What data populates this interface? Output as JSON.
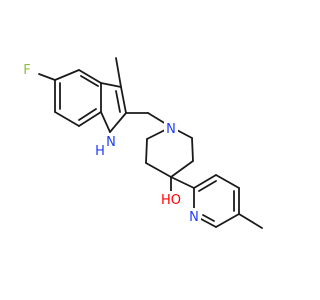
{
  "molecule": {
    "atom_labels": {
      "fluorine": "F",
      "indole_nh": "H",
      "indole_n": "N",
      "piperidine_n": "N",
      "hydroxyl": "HO",
      "pyridine_n": "N"
    },
    "colors": {
      "bond": "#1a1a1a",
      "fluorine": "#8fbf3f",
      "nitrogen": "#1f3cff",
      "oxygen": "#ff0000",
      "background": "#ffffff"
    }
  }
}
